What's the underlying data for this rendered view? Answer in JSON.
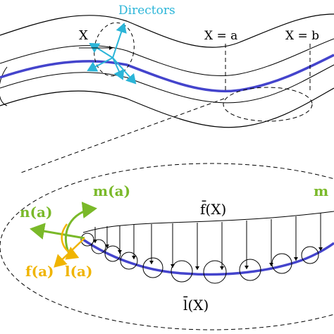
{
  "labels": {
    "directors": "Directors",
    "x_label": "X",
    "x_eq_a": "X = a",
    "x_eq_b": "X = b",
    "f_bar": "f̄(X)",
    "l_bar": "l̄(X)",
    "m_a": "m(a)",
    "n_a": "n(a)",
    "f_a": "f(a)",
    "l_a": "l(a)",
    "m_b_partial": "m"
  },
  "colors": {
    "centerline": "#4444cc",
    "directors": "#2bb5d8",
    "moment_green": "#7ab929",
    "force_orange": "#f0b400",
    "outline": "#000000"
  }
}
